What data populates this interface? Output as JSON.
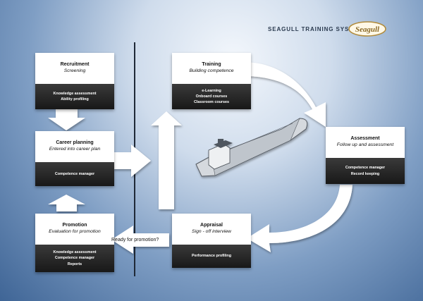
{
  "brand": {
    "system_name": "SEAGULL TRAINING SYSTEM",
    "logo_text": "Seagull"
  },
  "boxes": {
    "recruitment": {
      "title": "Recruitment",
      "subtitle": "Screening",
      "items": [
        "Knowledge assessment",
        "Ability profiling"
      ]
    },
    "career": {
      "title": "Career planning",
      "subtitle": "Entered into career plan",
      "items": [
        "Competence manager"
      ]
    },
    "promotion": {
      "title": "Promotion",
      "subtitle": "Evaluation for promotion",
      "items": [
        "Knowledge assessment",
        "Competence manager",
        "Reports"
      ]
    },
    "training": {
      "title": "Training",
      "subtitle": "Building competence",
      "items": [
        "e-Learning",
        "Onboard courses",
        "Classroom courses"
      ]
    },
    "assessment": {
      "title": "Assessment",
      "subtitle": "Follow up and assessment",
      "items": [
        "Competence manager",
        "Record keeping"
      ]
    },
    "appraisal": {
      "title": "Appraisal",
      "subtitle": "Sign - off interview",
      "items": [
        "Performance profiling"
      ]
    }
  },
  "labels": {
    "ready": "Ready for promotion?"
  }
}
